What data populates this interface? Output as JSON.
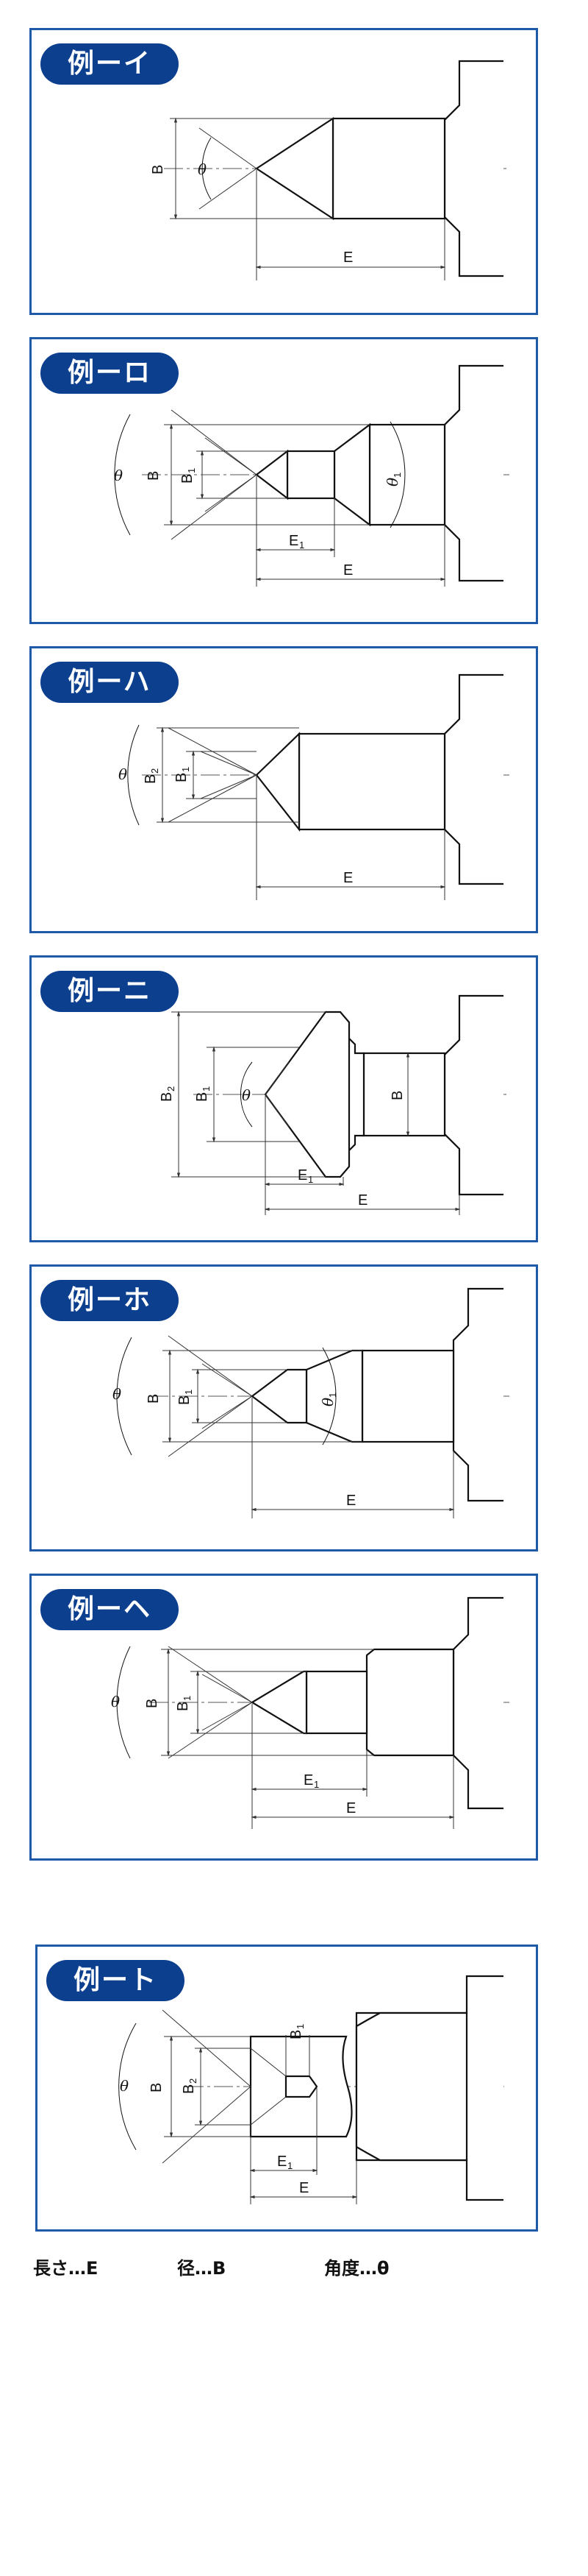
{
  "panels": [
    {
      "title": "例ーイ",
      "labels": {
        "B": "B",
        "theta": "θ",
        "E": "E"
      }
    },
    {
      "title": "例ーロ",
      "labels": {
        "theta": "θ",
        "B": "B",
        "B1": "B",
        "B1_sub": "1",
        "theta1": "θ",
        "theta1_sub": "1",
        "E1": "E",
        "E1_sub": "1",
        "E": "E"
      }
    },
    {
      "title": "例ーハ",
      "labels": {
        "theta": "θ",
        "B2": "B",
        "B2_sub": "2",
        "B1": "B",
        "B1_sub": "1",
        "E": "E"
      }
    },
    {
      "title": "例ーニ",
      "labels": {
        "B2": "B",
        "B2_sub": "2",
        "B1": "B",
        "B1_sub": "1",
        "theta": "θ",
        "B": "B",
        "E1": "E",
        "E1_sub": "1",
        "E": "E"
      }
    },
    {
      "title": "例ーホ",
      "labels": {
        "theta": "θ",
        "B": "B",
        "B1": "B",
        "B1_sub": "1",
        "theta1": "θ",
        "theta1_sub": "1",
        "E": "E"
      }
    },
    {
      "title": "例ーヘ",
      "labels": {
        "theta": "θ",
        "B": "B",
        "B1": "B",
        "B1_sub": "1",
        "E1": "E",
        "E1_sub": "1",
        "E": "E"
      }
    },
    {
      "title": "例ート",
      "labels": {
        "theta": "θ",
        "B": "B",
        "B2": "B",
        "B2_sub": "2",
        "B1": "B",
        "B1_sub": "1",
        "E1": "E",
        "E1_sub": "1",
        "E": "E"
      }
    }
  ],
  "legend": {
    "length": "長さ…E",
    "diameter": "径…B",
    "angle": "角度…θ"
  }
}
